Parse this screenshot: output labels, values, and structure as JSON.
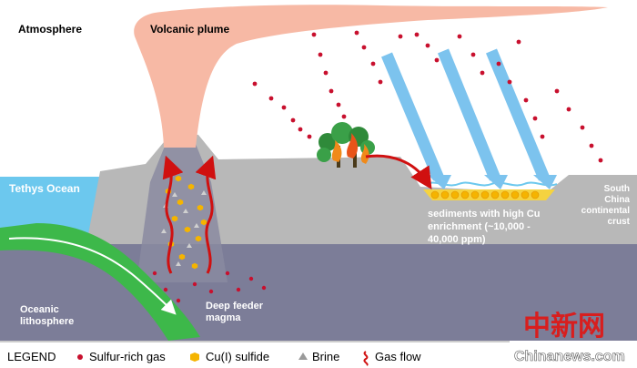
{
  "labels": {
    "atmosphere": "Atmosphere",
    "volcanic_plume": "Volcanic plume",
    "tethys_ocean": "Tethys Ocean",
    "oceanic_lithosphere_1": "Oceanic",
    "oceanic_lithosphere_2": "lithosphere",
    "deep_feeder_1": "Deep feeder",
    "deep_feeder_2": "magma",
    "sediments_1": "sediments with high Cu",
    "sediments_2": "enrichment (~10,000 -",
    "sediments_3": "40,000 ppm)",
    "south_china_1": "South",
    "south_china_2": "China",
    "south_china_3": "continental",
    "south_china_4": "crust"
  },
  "legend": {
    "title": "LEGEND",
    "items": [
      {
        "label": "Sulfur-rich gas",
        "symbol": "red-dot-icon",
        "color": "#c8102e"
      },
      {
        "label": "Cu(I) sulfide",
        "symbol": "yellow-hexagon-icon",
        "color": "#f5b400"
      },
      {
        "label": "Brine",
        "symbol": "gray-triangle-icon",
        "color": "#9a9a9a"
      },
      {
        "label": "Gas flow",
        "symbol": "red-squiggle-icon",
        "color": "#d01010"
      }
    ]
  },
  "watermark": {
    "logo": "中新网",
    "site": "Chinanews.com"
  },
  "colors": {
    "plume": "#f7b9a5",
    "crust": "#b8b8b8",
    "mantle": "#7c7d98",
    "ocean": "#6cc8ee",
    "slab": "#3db84a",
    "sun_arrow": "#7cc3ee",
    "gas": "#c8102e",
    "sulfide": "#f5b400"
  }
}
